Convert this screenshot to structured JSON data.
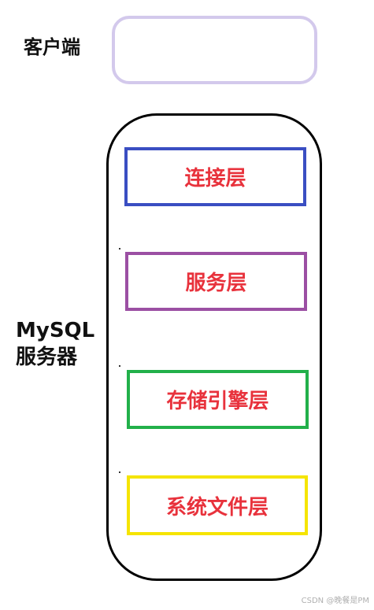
{
  "client": {
    "label": "客户端",
    "border_color": "#d3c9ec"
  },
  "server": {
    "label": "MySQL\n服务器",
    "border_color": "#000000",
    "layers": [
      {
        "name": "连接层",
        "border_color": "#3a4ec2"
      },
      {
        "name": "服务层",
        "border_color": "#9b4fa3"
      },
      {
        "name": "存储引擎层",
        "border_color": "#22b04a"
      },
      {
        "name": "系统文件层",
        "border_color": "#f5e400"
      }
    ]
  },
  "text_color": "#e8323c",
  "watermark": "CSDN @晚餐是PM"
}
